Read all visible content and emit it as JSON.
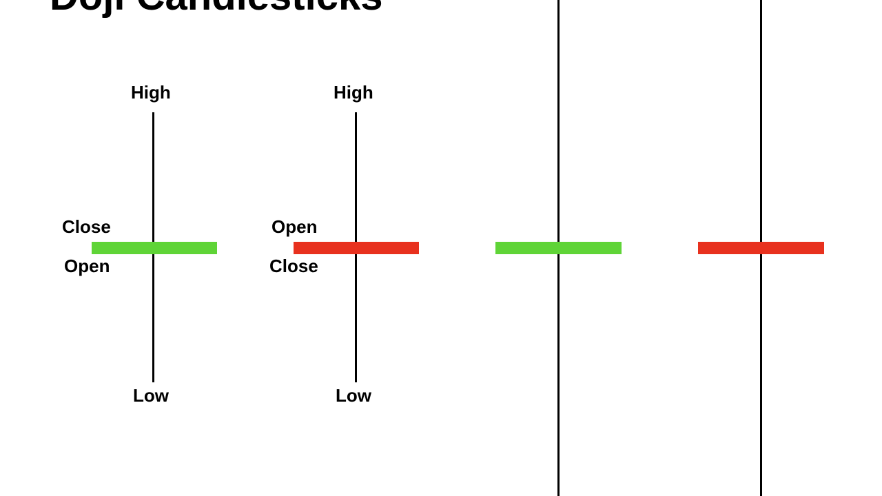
{
  "title": "Doji Candlesticks",
  "colors": {
    "bullish": "#5fd437",
    "bearish": "#e8311e",
    "wick": "#000000"
  },
  "candles": [
    {
      "type": "bullish",
      "labels": {
        "high": "High",
        "top": "Close",
        "bottom": "Open",
        "low": "Low"
      }
    },
    {
      "type": "bearish",
      "labels": {
        "high": "High",
        "top": "Open",
        "bottom": "Close",
        "low": "Low"
      }
    },
    {
      "type": "bullish"
    },
    {
      "type": "bearish"
    }
  ]
}
